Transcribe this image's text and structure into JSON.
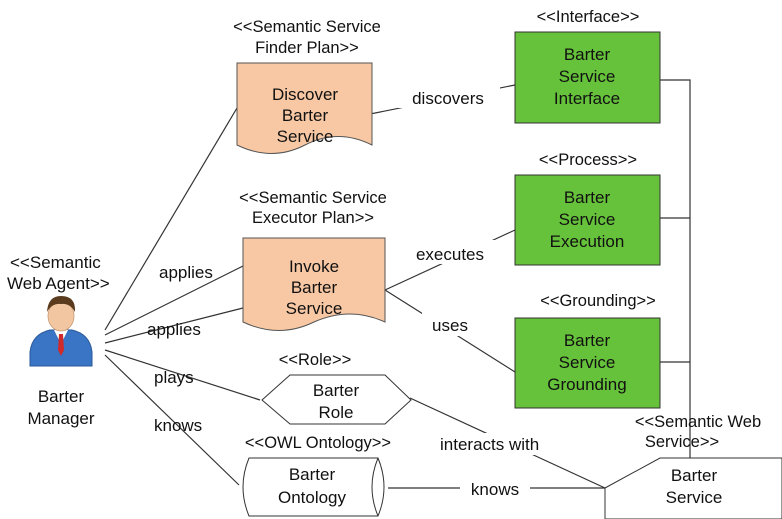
{
  "colors": {
    "plan_fill": "#f8c8a4",
    "component_fill": "#66c23a",
    "line": "#333333",
    "white_fill": "#ffffff"
  },
  "actor": {
    "stereotype": [
      "<<Semantic",
      "Web Agent>>"
    ],
    "name": [
      "Barter",
      "Manager"
    ],
    "icon": "user-avatar-icon"
  },
  "plans": {
    "finder": {
      "stereotype": [
        "<<Semantic Service",
        "Finder Plan>>"
      ],
      "label": [
        "Discover",
        "Barter",
        "Service"
      ]
    },
    "executor": {
      "stereotype": [
        "<<Semantic Service",
        "Executor Plan>>"
      ],
      "label": [
        "Invoke",
        "Barter",
        "Service"
      ]
    }
  },
  "components": {
    "interface": {
      "stereotype": "<<Interface>>",
      "label": [
        "Barter",
        "Service",
        "Interface"
      ]
    },
    "process": {
      "stereotype": "<<Process>>",
      "label": [
        "Barter",
        "Service",
        "Execution"
      ]
    },
    "grounding": {
      "stereotype": "<<Grounding>>",
      "label": [
        "Barter",
        "Service",
        "Grounding"
      ]
    }
  },
  "role": {
    "stereotype": "<<Role>>",
    "label": [
      "Barter",
      "Role"
    ]
  },
  "ontology": {
    "stereotype": "<<OWL Ontology>>",
    "label": [
      "Barter",
      "Ontology"
    ]
  },
  "web_service": {
    "stereotype": [
      "<<Semantic Web",
      "Service>>"
    ],
    "label": [
      "Barter",
      "Service"
    ]
  },
  "edges": {
    "applies_1": "applies",
    "applies_2": "applies",
    "plays": "plays",
    "knows_1": "knows",
    "discovers": "discovers",
    "executes": "executes",
    "uses": "uses",
    "interacts_with": "interacts with",
    "knows_2": "knows"
  }
}
